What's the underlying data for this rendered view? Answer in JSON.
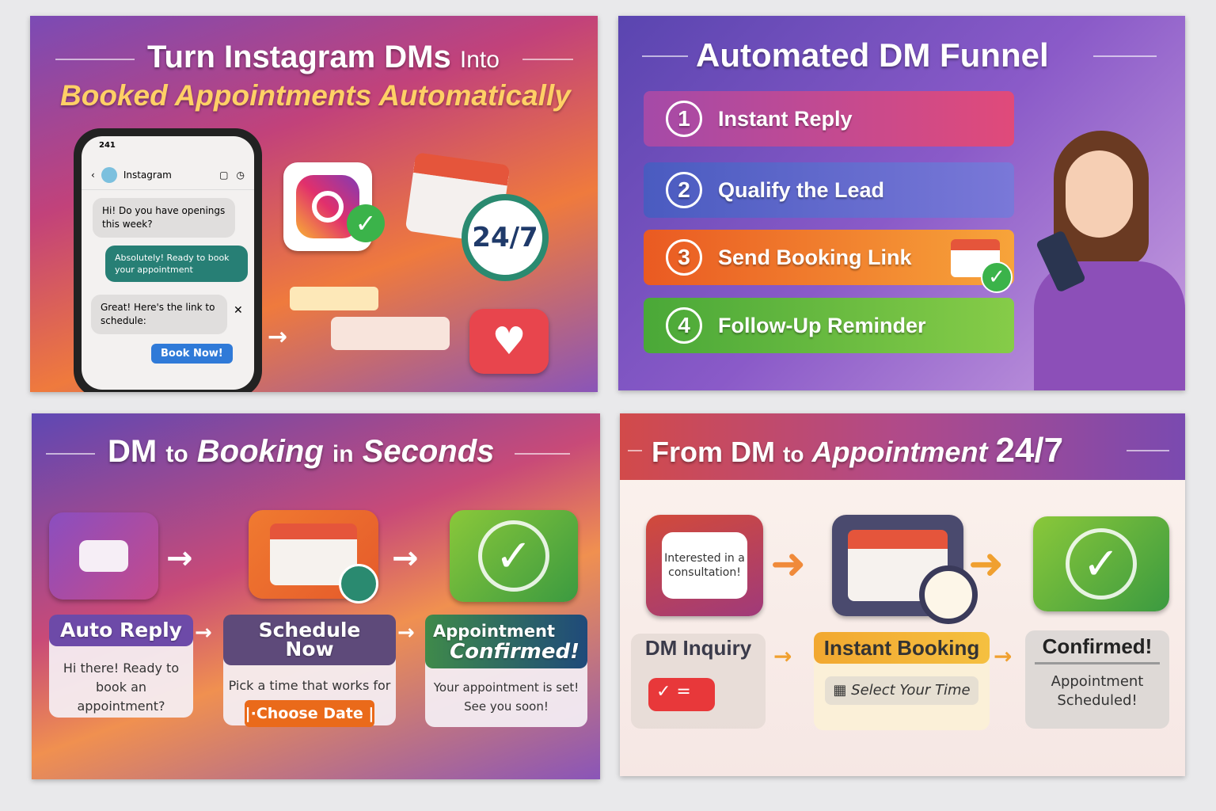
{
  "panel1": {
    "title_main": "Turn Instagram DMs",
    "title_into": "Into",
    "subtitle": "Booked Appointments Automatically",
    "phone": {
      "time": "241",
      "app_name": "Instagram",
      "messages": [
        {
          "from": "user",
          "text": "Hi! Do you have openings this week?"
        },
        {
          "from": "business",
          "text": "Absolutely! Ready to book your appointment"
        },
        {
          "from": "user",
          "text": "Great! Here's the link to schedule:"
        }
      ],
      "book_button": "Book Now!"
    },
    "badge_247": "24/7",
    "icons": [
      "instagram-icon",
      "check-icon",
      "calendar-icon",
      "clock-icon",
      "heart-icon",
      "chat-bubble-icon"
    ]
  },
  "panel2": {
    "title": "Automated DM Funnel",
    "steps": [
      {
        "num": "1",
        "label": "Instant Reply",
        "color": "#b24aa2"
      },
      {
        "num": "2",
        "label": "Qualify the Lead",
        "color": "#5a64c8"
      },
      {
        "num": "3",
        "label": "Send Booking Link",
        "color": "#ef6a2a"
      },
      {
        "num": "4",
        "label": "Follow-Up Reminder",
        "color": "#5cb33a"
      }
    ]
  },
  "panel3": {
    "title_a": "DM",
    "title_b": "to",
    "title_c": "Booking",
    "title_d": "in",
    "title_e": "Seconds",
    "cards": [
      {
        "heading": "Auto Reply",
        "body": "Hi there! Ready to book an appointment?"
      },
      {
        "heading": "Schedule Now",
        "body": "Pick a time that works for",
        "button": "|·Choose Date |"
      },
      {
        "heading_a": "Appointment",
        "heading_b": "Confirmed!",
        "body": "Your appointment is set! See you soon!"
      }
    ]
  },
  "panel4": {
    "title_a": "From DM",
    "title_b": "to",
    "title_c": "Appointment",
    "title_d": "24/7",
    "bubble_text": "Interested in a consultation!",
    "stages": [
      {
        "label": "DM Inquiry"
      },
      {
        "label": "Instant Booking",
        "sub": "Select Your Time"
      },
      {
        "label": "Confirmed!",
        "sub": "Appointment Scheduled!"
      }
    ]
  }
}
